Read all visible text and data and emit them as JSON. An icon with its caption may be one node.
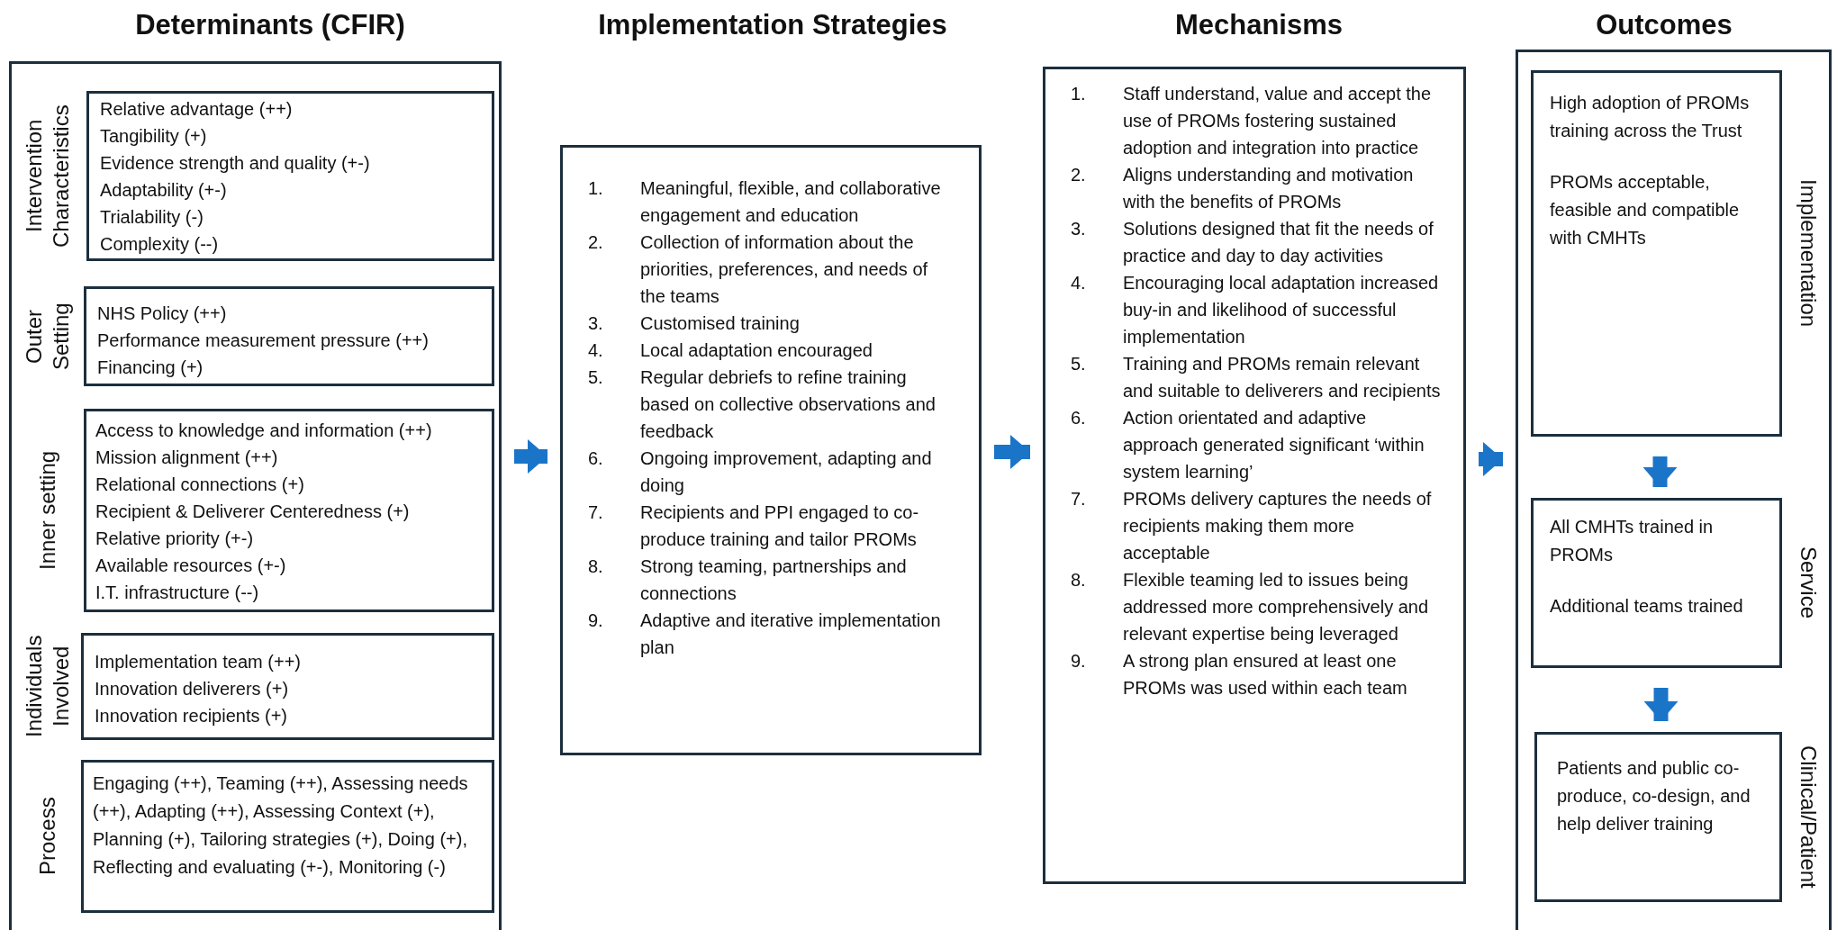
{
  "diagram": {
    "nodes": [
      {
        "text": [],
        "shape": "box"
      },
      {
        "text": [
          "Relative advantage (++)",
          "Tangibility (+)",
          "Evidence strength and quality (+-)",
          "Adaptability (+-)",
          "Trialability (-)",
          "Complexity (--)"
        ],
        "beside": [
          "Intervention Characteristics"
        ],
        "in": 0
      },
      {
        "text": [
          "NHS Policy (++)",
          "Performance measurement pressure (++)",
          "Financing (+)"
        ],
        "beside": [
          "Outer Setting"
        ],
        "in": 0
      },
      {
        "text": [
          "Access to knowledge and information (++)",
          "Mission alignment (++)",
          "Relational connections (+)",
          "Recipient & Deliverer Centeredness (+)",
          "Relative priority (+-)",
          "Available resources (+-)",
          "I.T. infrastructure  (--)"
        ],
        "beside": [
          "Inner setting"
        ],
        "in": 0
      },
      {
        "text": [
          "Implementation team (++)",
          "Innovation deliverers (+)",
          "Innovation recipients (+)"
        ],
        "beside": [
          "Individuals Involved"
        ],
        "in": 0
      },
      {
        "text": [
          "Engaging (++), Teaming (++), Assessing needs (++), Adapting (++), Assessing Context (+), Planning (+), Tailoring strategies (+), Doing (+), Reflecting and evaluating (+-), Monitoring (-)"
        ],
        "beside": [
          "Process"
        ],
        "in": 0
      },
      {
        "text": [
          "1. Meaningful, flexible, and collaborative engagement and education",
          "2. Collection of information about the priorities, preferences, and needs of the teams",
          "3. Customised training",
          "4. Local adaptation encouraged",
          "5. Regular debriefs to refine training based on collective observations and feedback",
          "6. Ongoing improvement, adapting and doing",
          "7. Recipients and PPI engaged to co-produce training and tailor PROMs",
          "8. Strong teaming, partnerships and connections",
          "9. Adaptive and iterative implementation plan"
        ]
      },
      {
        "text": [
          "1. Staff understand, value and accept the use of PROMs fostering sustained adoption and integration into practice",
          "2. Aligns understanding and motivation with the benefits of PROMs",
          "3. Solutions designed that fit the needs of practice and day to day activities",
          "4. Encouraging local adaptation increased buy-in and likelihood of successful implementation",
          "5. Training and PROMs remain relevant and suitable to deliverers and recipients",
          "6. Action orientated and adaptive approach generated significant ‘within system learning’",
          "7. PROMs delivery captures the needs of recipients making them more acceptable",
          "8. Flexible teaming led to issues being addressed more comprehensively and relevant expertise being leveraged",
          "9. A strong plan ensured at least one PROMs was used within each team"
        ]
      },
      {
        "text": [],
        "shape": "box"
      },
      {
        "text": [
          "High adoption of PROMs training across the Trust",
          "PROMs acceptable, feasible and compatible with CMHTs"
        ],
        "beside": [
          "Implementation"
        ],
        "in": 8
      },
      {
        "text": [
          "All CMHTs trained in PROMs",
          "Additional teams trained"
        ],
        "beside": [
          "Service"
        ],
        "in": 8
      },
      {
        "text": [
          "Patients and public co-produce, co-design, and help deliver training"
        ],
        "beside": [
          "Clinical/Patient"
        ],
        "in": 8
      }
    ],
    "edges": [
      {
        "from": 0,
        "to": 6,
        "arrow": "to"
      },
      {
        "from": 6,
        "to": 7,
        "arrow": "to"
      },
      {
        "from": 7,
        "to": 8,
        "arrow": "to"
      },
      {
        "from": 9,
        "to": 10,
        "arrow": "to"
      },
      {
        "from": 10,
        "to": 11,
        "arrow": "to"
      }
    ],
    "labels": [
      "Determinants (CFIR)",
      "Implementation Strategies",
      "Mechanisms",
      "Outcomes"
    ]
  }
}
